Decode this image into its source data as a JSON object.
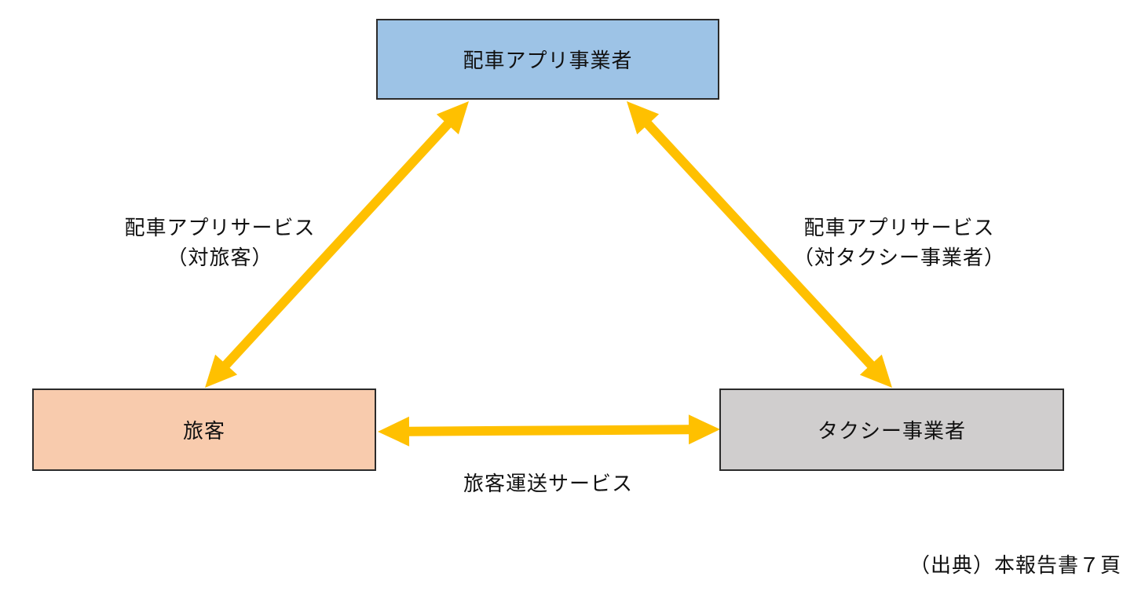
{
  "colors": {
    "arrow": "#FFC000",
    "app_fill": "#9DC3E6",
    "passenger_fill": "#F8CBAD",
    "taxi_fill": "#D0CECE",
    "border": "#2B2B2B"
  },
  "nodes": {
    "app_operator": "配車アプリ事業者",
    "passenger": "旅客",
    "taxi_operator": "タクシー事業者"
  },
  "edges": {
    "app_passenger": {
      "line1": "配車アプリサービス",
      "line2": "（対旅客）"
    },
    "app_taxi": {
      "line1": "配車アプリサービス",
      "line2": "（対タクシー事業者）"
    },
    "passenger_taxi": {
      "line1": "旅客運送サービス"
    }
  },
  "source": "（出典）本報告書７頁"
}
